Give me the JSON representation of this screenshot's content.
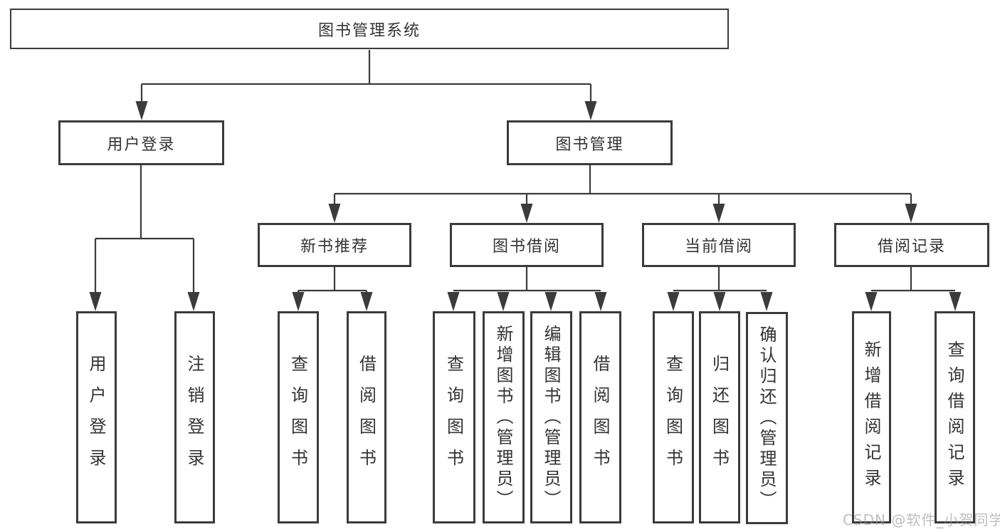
{
  "colors": {
    "line": "#3b3b3b",
    "text": "#333333",
    "watermark": "#c0c0c0",
    "background": "#ffffff"
  },
  "diagram_type": "hierarchy-tree",
  "tree": {
    "label": "图书管理系统",
    "children": [
      {
        "label": "用户登录",
        "children": [
          {
            "label": "用户登录"
          },
          {
            "label": "注销登录"
          }
        ]
      },
      {
        "label": "图书管理",
        "children": [
          {
            "label": "新书推荐",
            "children": [
              {
                "label": "查询图书"
              },
              {
                "label": "借阅图书"
              }
            ]
          },
          {
            "label": "图书借阅",
            "children": [
              {
                "label": "查询图书"
              },
              {
                "label": "新增图书（管理员）"
              },
              {
                "label": "编辑图书（管理员）"
              },
              {
                "label": "借阅图书"
              }
            ]
          },
          {
            "label": "当前借阅",
            "children": [
              {
                "label": "查询图书"
              },
              {
                "label": "归还图书"
              },
              {
                "label": "确认归还（管理员）"
              }
            ]
          },
          {
            "label": "借阅记录",
            "children": [
              {
                "label": "新增借阅记录"
              },
              {
                "label": "查询借阅记录"
              }
            ]
          }
        ]
      }
    ]
  },
  "watermark": {
    "text": "CSDN @软件_小贺同学"
  }
}
